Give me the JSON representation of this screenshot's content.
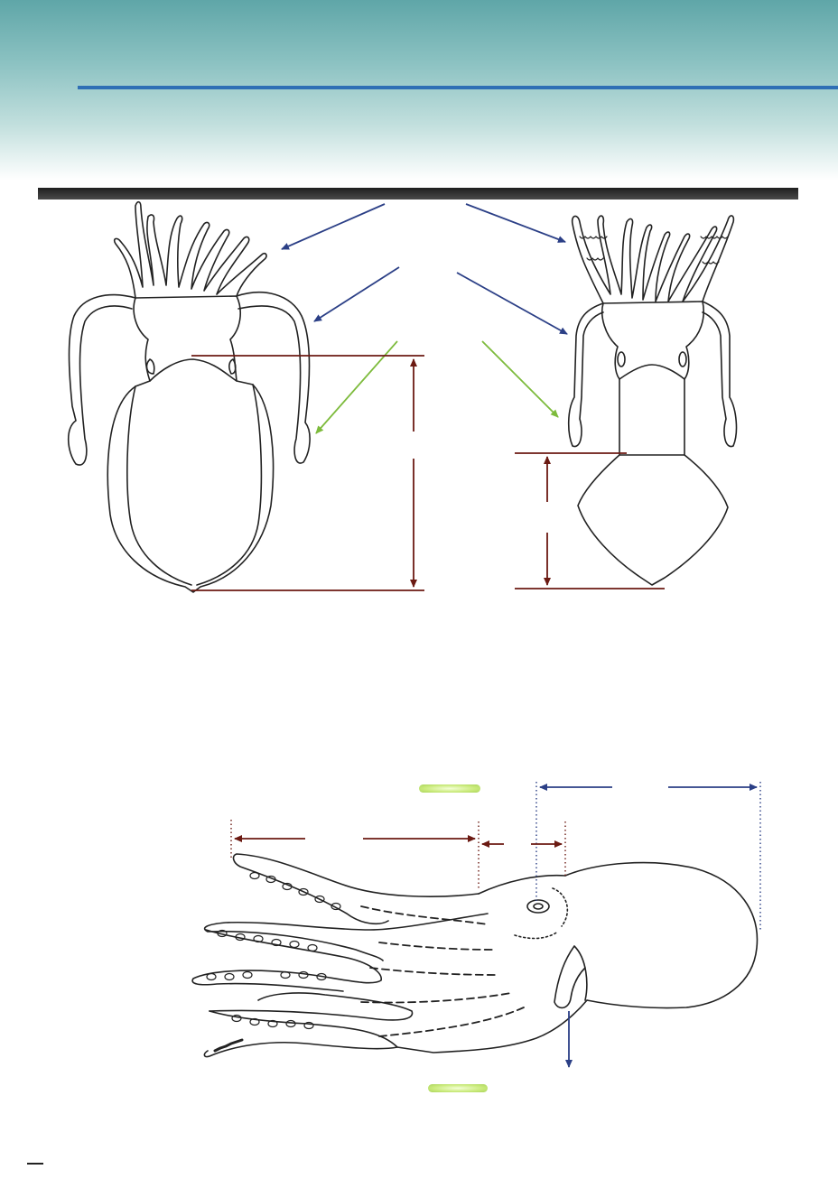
{
  "header": {
    "band_colors": [
      "#5fa6a8",
      "#c3e0de"
    ],
    "rule_color": "#2f6fb5"
  },
  "figure_top": {
    "section_bar_color": "#2a2a2a",
    "arrow_colors": {
      "blue": "#2b3f86",
      "green": "#7dbb3c",
      "maroon": "#6b1a12"
    },
    "left_specimen": "cuttlefish-dorsal-outline",
    "right_specimen": "squid-dorsal-outline"
  },
  "figure_bottom": {
    "specimen": "octopus-lateral-outline",
    "pill_color": "#c9ea7a"
  },
  "footer": {}
}
